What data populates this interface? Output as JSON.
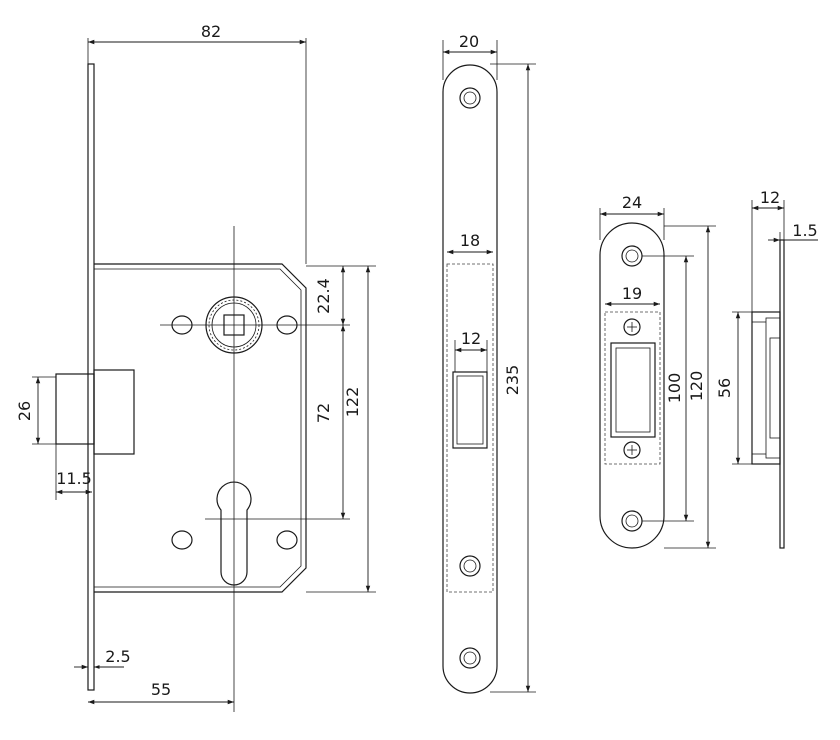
{
  "dimensions": {
    "lock_width": "82",
    "lock_height": "122",
    "spindle_to_cylinder": "72",
    "spindle_offset": "22.4",
    "latch_height": "26",
    "latch_projection": "11.5",
    "faceplate_thickness": "2.5",
    "backset": "55",
    "faceplate_width": "20",
    "faceplate_length": "235",
    "faceplate_slot_width": "18",
    "faceplate_hole_width": "12",
    "strike_width": "24",
    "strike_height": "120",
    "strike_hole_spacing": "100",
    "strike_opening_width": "19",
    "strike_depth": "12",
    "strike_thickness": "1.5",
    "strike_box_height": "56"
  }
}
